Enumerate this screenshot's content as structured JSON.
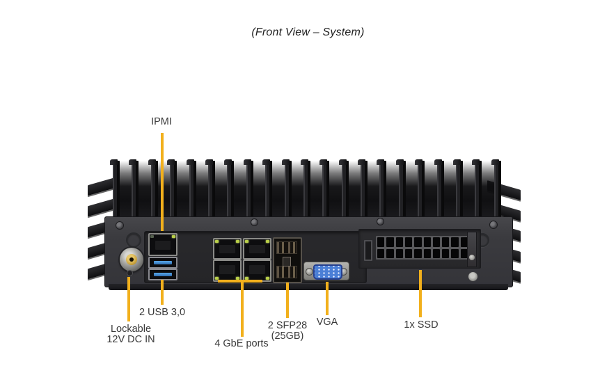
{
  "title": "(Front View – System)",
  "colors": {
    "callout_line": "#F2B01C",
    "label_text": "#3A3A3A",
    "chassis": "#3B3B3F",
    "usb_blue": "#3D8FD6",
    "vga_blue": "#4B7FD6",
    "dc_gold": "#C9A23D"
  },
  "callouts": {
    "ipmi": {
      "label": "IPMI"
    },
    "usb": {
      "label": "2 USB 3,0"
    },
    "dc_in": {
      "line1": "Lockable",
      "line2": "12V DC IN"
    },
    "gbe": {
      "label": "4 GbE ports"
    },
    "sfp": {
      "line1": "2 SFP28",
      "line2": "(25GB)"
    },
    "vga": {
      "label": "VGA"
    },
    "ssd": {
      "label": "1x SSD"
    }
  }
}
